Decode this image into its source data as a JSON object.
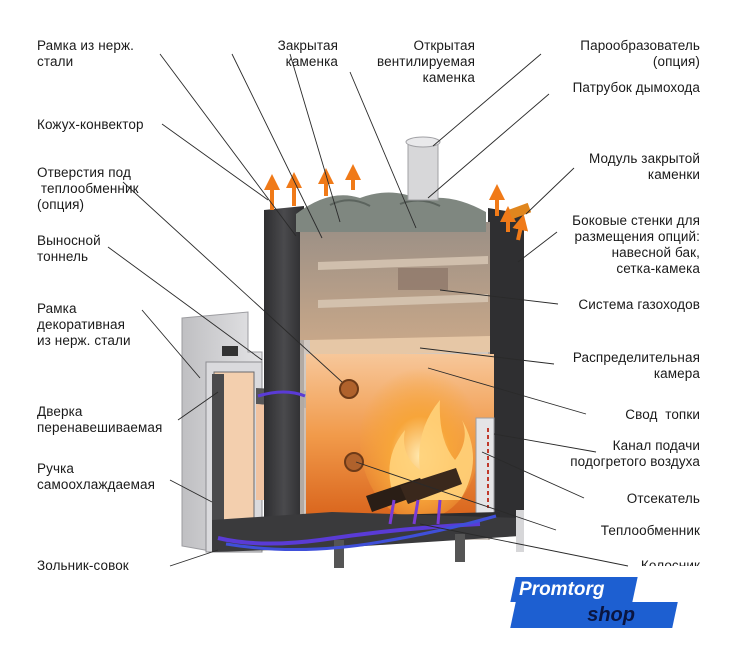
{
  "labels_left": [
    "Рамка из нерж.\nстали",
    "Кожух-конвектор",
    "Отверстия под\n теплообменник\n(опция)",
    "Выносной\nтоннель",
    "Рамка\nдекоративная\nиз нерж. стали",
    "Дверка\nперенавешиваемая",
    "Ручка\nсамоохлаждаемая",
    "Зольник-совок"
  ],
  "labels_top": [
    "Закрытая\nкаменка",
    "Открытая\nвентилируемая\nкаменка"
  ],
  "labels_right": [
    "Парообразователь\n(опция)",
    "Патрубок дымохода",
    "Модуль закрытой\nкаменки",
    "Боковые стенки для\nразмещения опций:\nнавесной бак,\nсетка-камека",
    "Система газоходов",
    "Распределительная\nкамера",
    "Свод  топки",
    "Канал подачи\nподогретого воздуха",
    "Отсекатель",
    "Теплообменник",
    "Колосник"
  ],
  "logo": {
    "line1": "Promtorg",
    "line2": "shop",
    "color": "#1d5fd1"
  },
  "colors": {
    "steel_dark": "#3b3b3d",
    "steel_light": "#d6d7d9",
    "fire": "#f08a1e",
    "firebox_glow": "#f5b27a",
    "air_flow": "#5a3bd6",
    "heat_arrow": "#f07a18"
  }
}
